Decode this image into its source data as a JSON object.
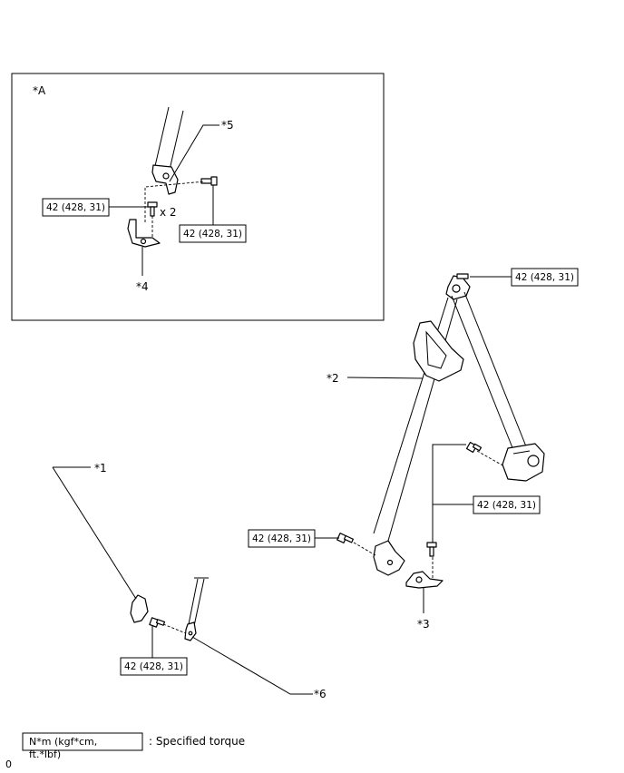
{
  "view_label": "*A",
  "parts": {
    "p1": "*1",
    "p2": "*2",
    "p3": "*3",
    "p4": "*4",
    "p5": "*5",
    "p6": "*6"
  },
  "torque": "42 (428, 31)",
  "quantity": "x 2",
  "legend": {
    "unit_line1": "N*m (kgf*cm,",
    "unit_line2": "ft.*lbf)",
    "description": ": Specified torque"
  },
  "footer_mark": "0"
}
